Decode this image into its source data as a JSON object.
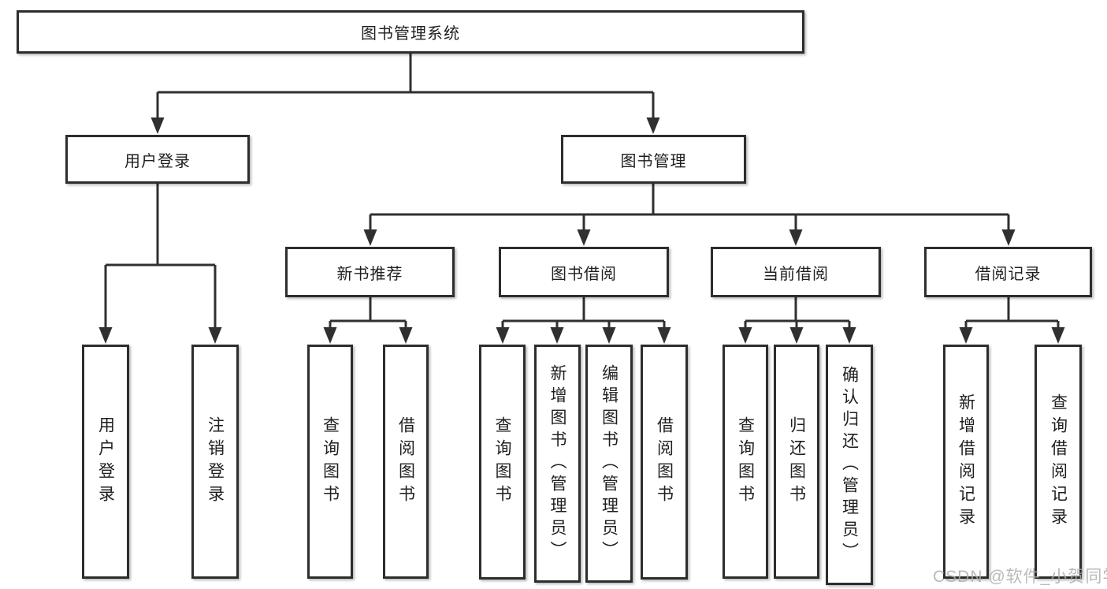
{
  "diagram": {
    "root": {
      "label": "图书管理系统"
    },
    "branches": [
      {
        "label": "用户登录",
        "children": [
          {
            "label": "用户登录"
          },
          {
            "label": "注销登录"
          }
        ]
      },
      {
        "label": "图书管理",
        "children": [
          {
            "label": "新书推荐",
            "children": [
              {
                "label": "查询图书"
              },
              {
                "label": "借阅图书"
              }
            ]
          },
          {
            "label": "图书借阅",
            "children": [
              {
                "label": "查询图书"
              },
              {
                "label": "新增图书（管理员）"
              },
              {
                "label": "编辑图书（管理员）"
              },
              {
                "label": "借阅图书"
              }
            ]
          },
          {
            "label": "当前借阅",
            "children": [
              {
                "label": "查询图书"
              },
              {
                "label": "归还图书"
              },
              {
                "label": "确认归还（管理员）"
              }
            ]
          },
          {
            "label": "借阅记录",
            "children": [
              {
                "label": "新增借阅记录"
              },
              {
                "label": "查询借阅记录"
              }
            ]
          }
        ]
      }
    ],
    "watermark": {
      "label": "CSDN @软件_小贺同学"
    },
    "colors": {
      "line": "#303030",
      "box_border": "#2d2d2d",
      "box_fill": "#ffffff",
      "text": "#1f1f1f",
      "watermark": "#abaeb1",
      "background": "#ffffff"
    }
  }
}
